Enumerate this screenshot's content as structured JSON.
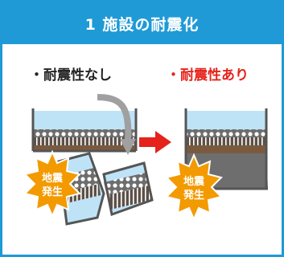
{
  "title": "1 施設の耐震化",
  "left": {
    "label": "・耐震性なし",
    "badge_line1": "地震",
    "badge_line2": "発生"
  },
  "right": {
    "label": "・耐震性あり",
    "badge_line1": "地震",
    "badge_line2": "発生"
  },
  "icons": [
    "curved-arrow-icon",
    "right-arrow-icon",
    "starburst-badge-icon"
  ],
  "colors": {
    "frame": "#1f9ad6",
    "header": "#1f9ad6",
    "water": "#bfe3f6",
    "gravel": "#8c8c8c",
    "sand": "#7a6a5a",
    "arrow": "#e5231b",
    "badge": "#f29a00",
    "no_resist": "#222222",
    "resist": "#e5231b"
  }
}
